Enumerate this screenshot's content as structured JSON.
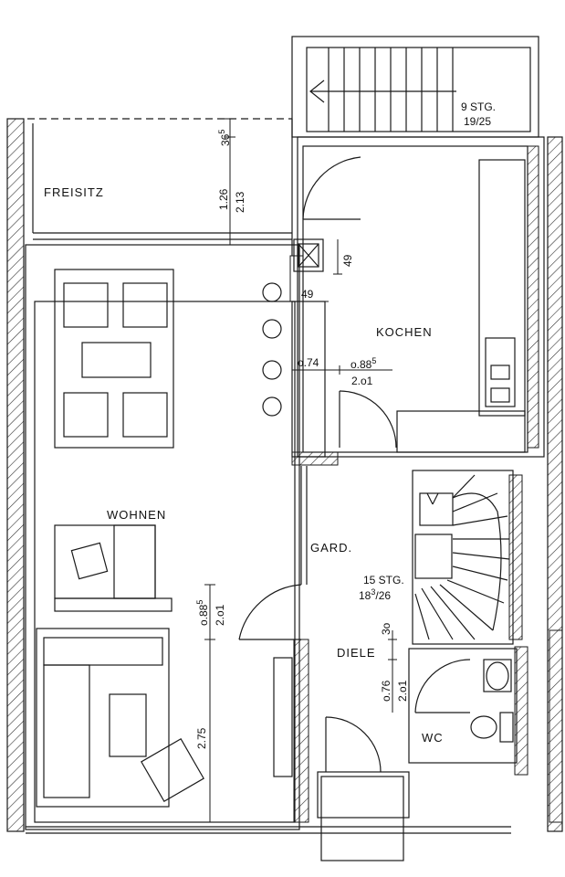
{
  "rooms": {
    "freisitz": "FREISITZ",
    "kochen": "KOCHEN",
    "wohnen": "WOHNEN",
    "gard": "GARD.",
    "diele": "DIELE",
    "wc": "WC"
  },
  "stairs_top": {
    "count": "9 STG.",
    "ratio": "19/25"
  },
  "stairs_main": {
    "count": "15 STG.",
    "ratio_a": "18",
    "ratio_sup": "3",
    "ratio_b": "/26"
  },
  "dimensions": {
    "d_36": "36",
    "d_36_sup": "5",
    "d_126": "1.26",
    "d_213": "2.13",
    "d_49_vert": "49",
    "d_49_horiz": "49",
    "d_074": "o.74",
    "d_088_top": "o.88",
    "d_088_top_sup": "5",
    "d_201_top": "2.o1",
    "d_088_left": "o.88",
    "d_088_left_sup": "5",
    "d_201_left": "2.o1",
    "d_275": "2.75",
    "d_3o": "3o",
    "d_076": "o.76",
    "d_201_wc": "2.o1"
  },
  "colors": {
    "line": "#1a1a1a",
    "hatch": "#333333",
    "paper": "#ffffff"
  }
}
